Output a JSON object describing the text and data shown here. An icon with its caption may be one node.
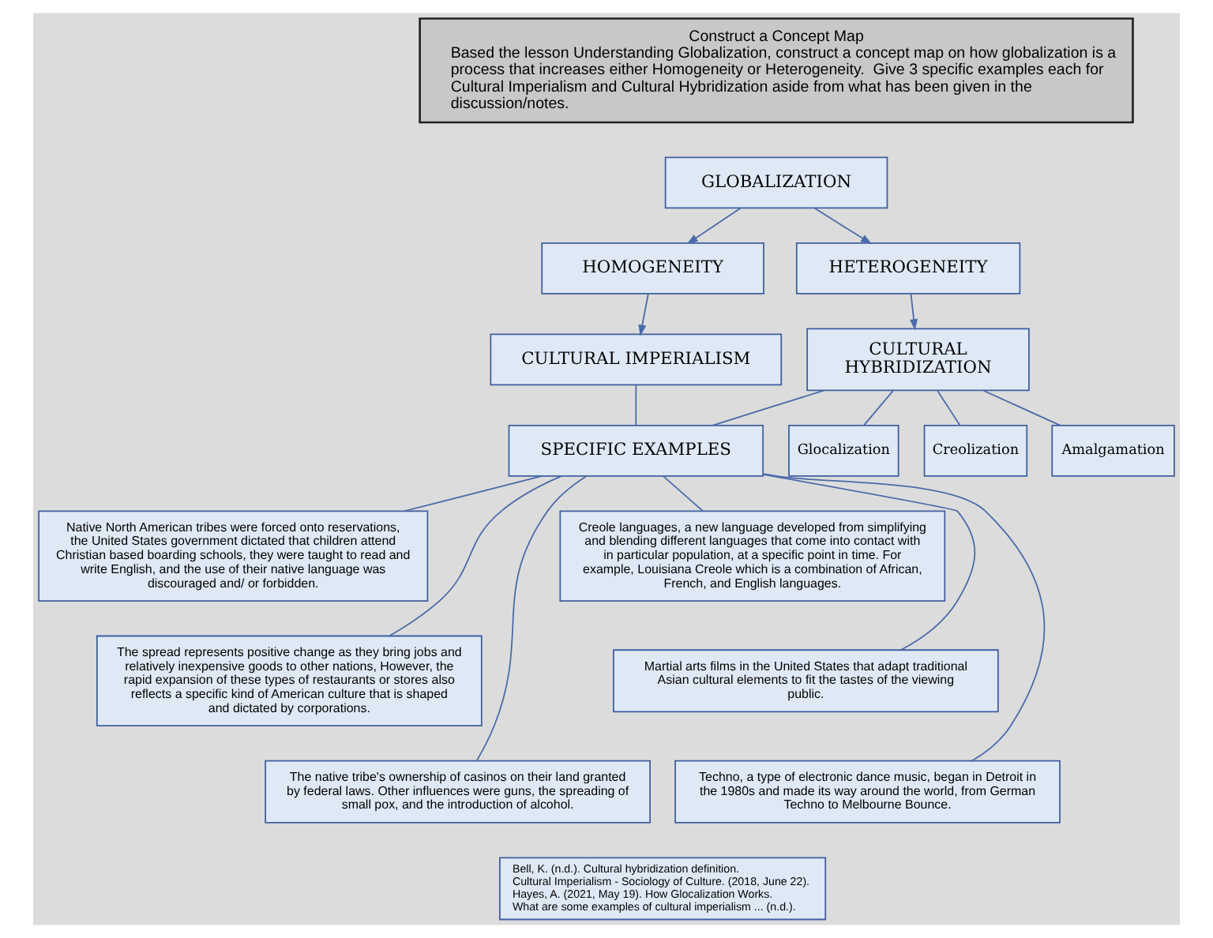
{
  "diagram": {
    "nodes": [
      {
        "text": [
          "Construct a Concept Map",
          "Based the lesson Understanding Globalization, construct a concept map on how globalization is a process that increases either Homogeneity or Heterogeneity.  Give 3 specific examples each for Cultural Imperialism and Cultural Hybridization aside from what has been given in the discussion/notes."
        ]
      },
      {
        "text": [
          "GLOBALIZATION"
        ]
      },
      {
        "text": [
          "HOMOGENEITY"
        ]
      },
      {
        "text": [
          "HETEROGENEITY"
        ]
      },
      {
        "text": [
          "CULTURAL IMPERIALISM"
        ]
      },
      {
        "text": [
          "CULTURAL HYBRIDIZATION"
        ]
      },
      {
        "text": [
          "Glocalization"
        ]
      },
      {
        "text": [
          "Creolization"
        ]
      },
      {
        "text": [
          "Amalgamation"
        ]
      },
      {
        "text": [
          "SPECIFIC EXAMPLES"
        ]
      },
      {
        "text": [
          "Native North American tribes were forced onto reservations, the United States government dictated that children attend Christian based boarding schools, they were taught to read and write English, and the use of their native language was discouraged and/ or forbidden."
        ]
      },
      {
        "text": [
          "The spread represents positive change as they bring jobs and relatively inexpensive goods to other nations, However, the rapid expansion of these types of restaurants or stores also reflects a specific kind of American culture that is shaped and dictated by corporations."
        ]
      },
      {
        "text": [
          "The native tribe's ownership of casinos on their land granted by federal laws. Other influences were guns, the spreading of small pox, and the introduction of alcohol."
        ]
      },
      {
        "text": [
          "Creole languages, a new language developed from simplifying and blending different languages that come into contact with in particular population, at a specific point in time. For example, Louisiana Creole which is a combination of African, French, and English languages."
        ]
      },
      {
        "text": [
          "Martial arts films in the United States that adapt traditional Asian cultural elements to fit the tastes of the viewing public."
        ]
      },
      {
        "text": [
          "Techno, a type of electronic dance music, began in Detroit in the 1980s and made its way around the world, from German Techno to Melbourne Bounce."
        ]
      },
      {
        "text": [
          "Bell, K. (n.d.). Cultural hybridization definition.",
          "Cultural Imperialism - Sociology of Culture. (2018, June 22).",
          "Hayes, A. (2021, May 19). How Glocalization Works.",
          "What are some examples of cultural imperialism ... (n.d.)."
        ]
      }
    ],
    "edges": [
      {
        "from": 1,
        "to": 2,
        "arrow": "to"
      },
      {
        "from": 1,
        "to": 3,
        "arrow": "to"
      },
      {
        "from": 2,
        "to": 4,
        "arrow": "to"
      },
      {
        "from": 3,
        "to": 5,
        "arrow": "to"
      },
      {
        "from": 5,
        "to": 6,
        "arrow": "none"
      },
      {
        "from": 5,
        "to": 7,
        "arrow": "none"
      },
      {
        "from": 5,
        "to": 8,
        "arrow": "none"
      },
      {
        "from": 4,
        "to": 9,
        "arrow": "none"
      },
      {
        "from": 5,
        "to": 9,
        "arrow": "none"
      },
      {
        "from": 9,
        "to": 10,
        "arrow": "none"
      },
      {
        "from": 9,
        "to": 11,
        "arrow": "none"
      },
      {
        "from": 9,
        "to": 12,
        "arrow": "none"
      },
      {
        "from": 9,
        "to": 13,
        "arrow": "none"
      },
      {
        "from": 9,
        "to": 14,
        "arrow": "none"
      },
      {
        "from": 9,
        "to": 15,
        "arrow": "none"
      }
    ]
  }
}
